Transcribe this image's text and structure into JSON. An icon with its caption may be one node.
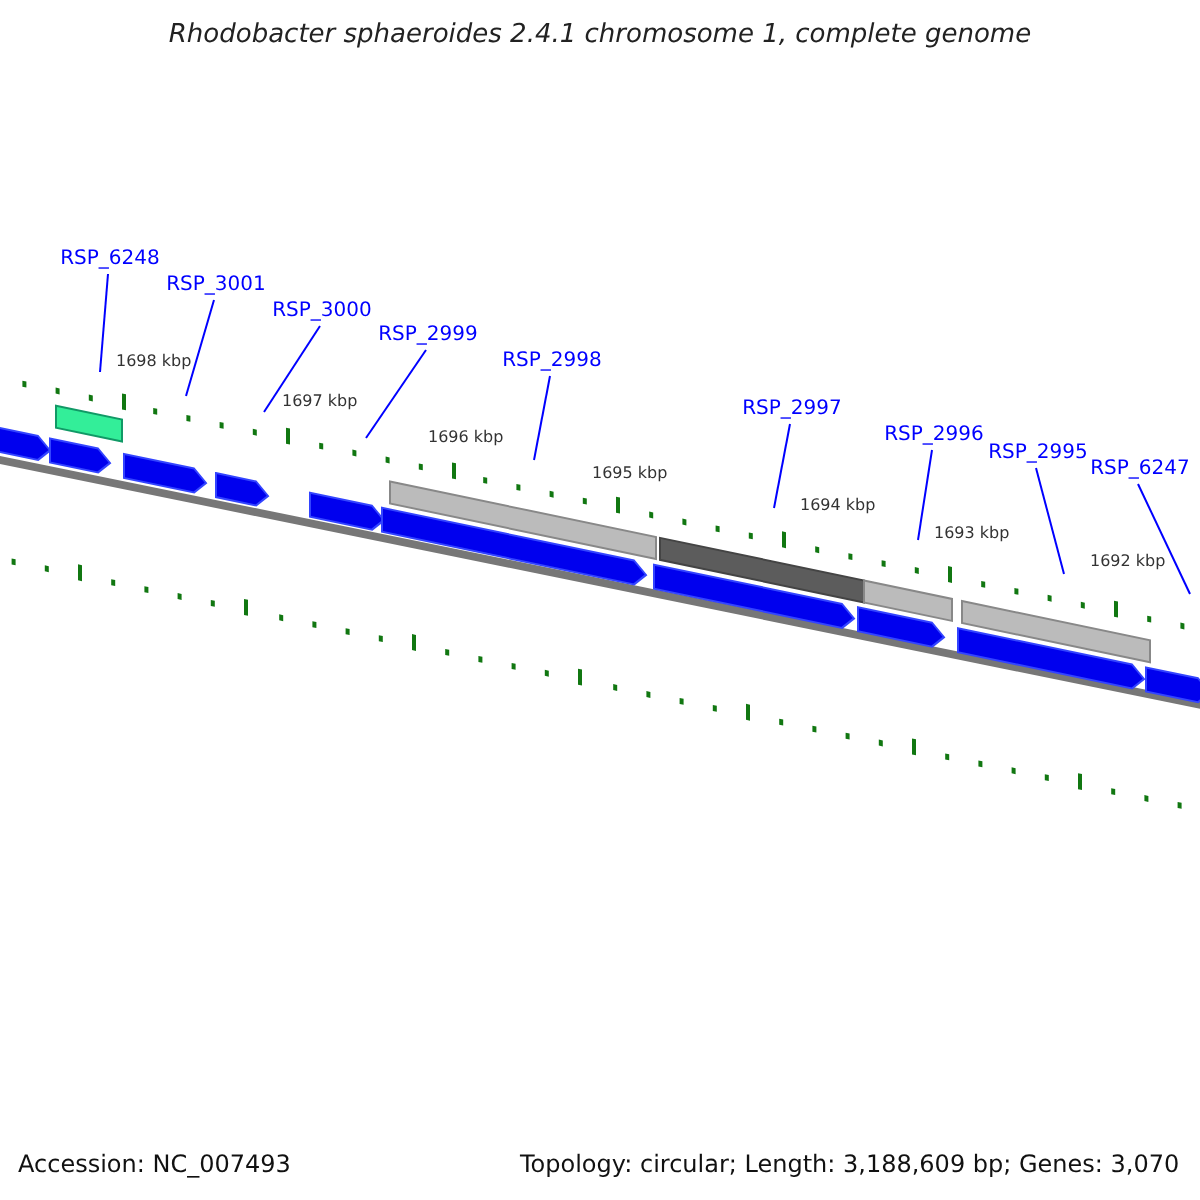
{
  "diagram": {
    "title": "Rhodobacter sphaeroides 2.4.1 chromosome 1, complete genome",
    "nodes": [
      {
        "text": [
          "RSP_6248"
        ]
      },
      {
        "text": [
          "RSP_3001"
        ]
      },
      {
        "text": [
          "RSP_3000"
        ]
      },
      {
        "text": [
          "RSP_2999"
        ]
      },
      {
        "text": [
          "RSP_2998"
        ]
      },
      {
        "text": [
          "RSP_2997"
        ]
      },
      {
        "text": [
          "RSP_2996"
        ]
      },
      {
        "text": [
          "RSP_2995"
        ]
      },
      {
        "text": [
          "RSP_6247"
        ]
      }
    ],
    "edges": [
      {
        "from": 0,
        "to": null,
        "arrow": "none"
      },
      {
        "from": 1,
        "to": null,
        "arrow": "none"
      },
      {
        "from": 2,
        "to": null,
        "arrow": "none"
      },
      {
        "from": 3,
        "to": null,
        "arrow": "none"
      },
      {
        "from": 4,
        "to": null,
        "arrow": "none"
      },
      {
        "from": 5,
        "to": null,
        "arrow": "none"
      },
      {
        "from": 6,
        "to": null,
        "arrow": "none"
      },
      {
        "from": 7,
        "to": null,
        "arrow": "none"
      },
      {
        "from": 8,
        "to": null,
        "arrow": "none"
      }
    ],
    "labels": [
      "1698 kbp",
      "1697 kbp",
      "1696 kbp",
      "1695 kbp",
      "1694 kbp",
      "1693 kbp",
      "1692 kbp",
      "Accession: NC_007493",
      "Topology: circular; Length: 3,188,609 bp; Genes: 3,070"
    ]
  }
}
